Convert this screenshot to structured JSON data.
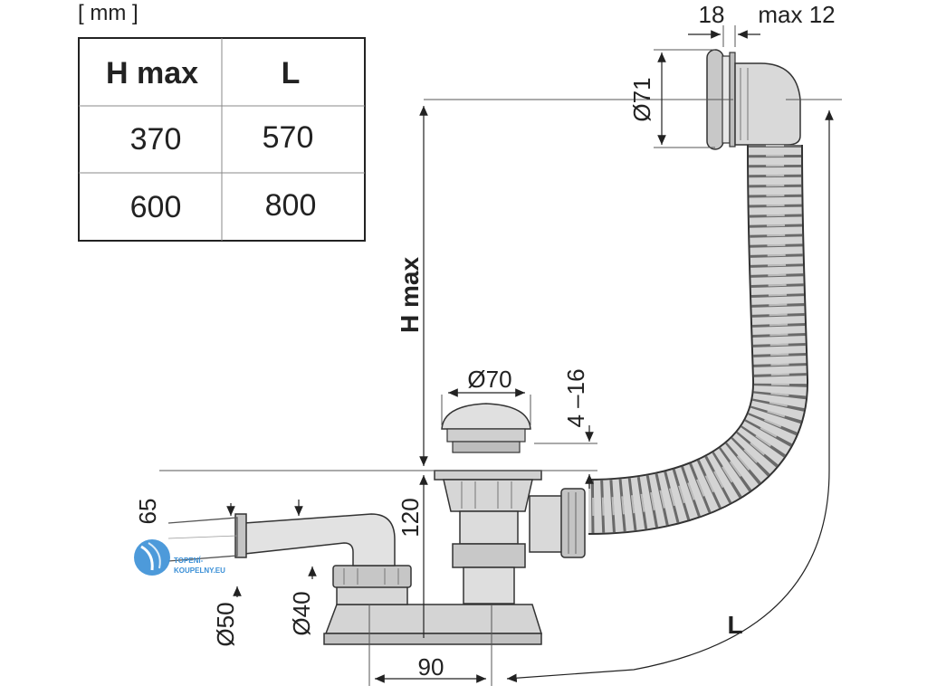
{
  "unit_label": "[ mm ]",
  "table": {
    "headers": [
      "H max",
      "L"
    ],
    "rows": [
      [
        "370",
        "570"
      ],
      [
        "600",
        "800"
      ]
    ]
  },
  "dimensions": {
    "top_18": "18",
    "top_max12": "max 12",
    "d71": "Ø71",
    "h_max": "H max",
    "d70": "Ø70",
    "range_4_16": "4 –16",
    "h120": "120",
    "h65": "65",
    "d50": "Ø50",
    "d40": "Ø40",
    "w90": "90",
    "l": "L"
  },
  "logo": {
    "line1": "TOPENÍ-",
    "line2": "KOUPELNY.EU"
  }
}
